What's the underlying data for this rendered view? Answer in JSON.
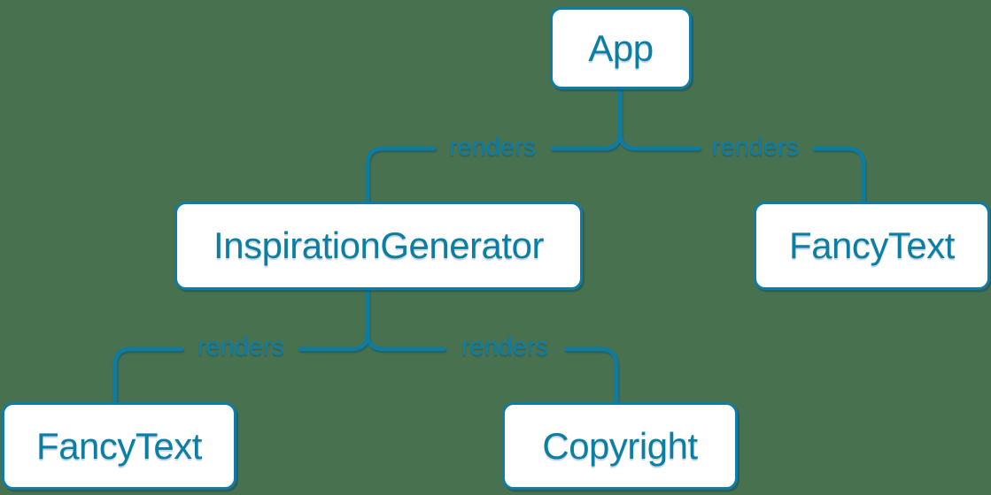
{
  "diagram": {
    "type": "component-render-tree",
    "colors": {
      "background": "#47714f",
      "accent": "#087ea4",
      "node_fill": "#ffffff"
    },
    "nodes": [
      {
        "id": "app",
        "label": "App",
        "level": 0
      },
      {
        "id": "inspiration-generator",
        "label": "InspirationGenerator",
        "level": 1
      },
      {
        "id": "fancy-text-top",
        "label": "FancyText",
        "level": 1
      },
      {
        "id": "fancy-text-bottom",
        "label": "FancyText",
        "level": 2
      },
      {
        "id": "copyright",
        "label": "Copyright",
        "level": 2
      }
    ],
    "edges": [
      {
        "from": "App",
        "to": "InspirationGenerator",
        "label": "renders"
      },
      {
        "from": "App",
        "to": "FancyText",
        "label": "renders"
      },
      {
        "from": "InspirationGenerator",
        "to": "FancyText",
        "label": "renders"
      },
      {
        "from": "InspirationGenerator",
        "to": "Copyright",
        "label": "renders"
      }
    ]
  }
}
